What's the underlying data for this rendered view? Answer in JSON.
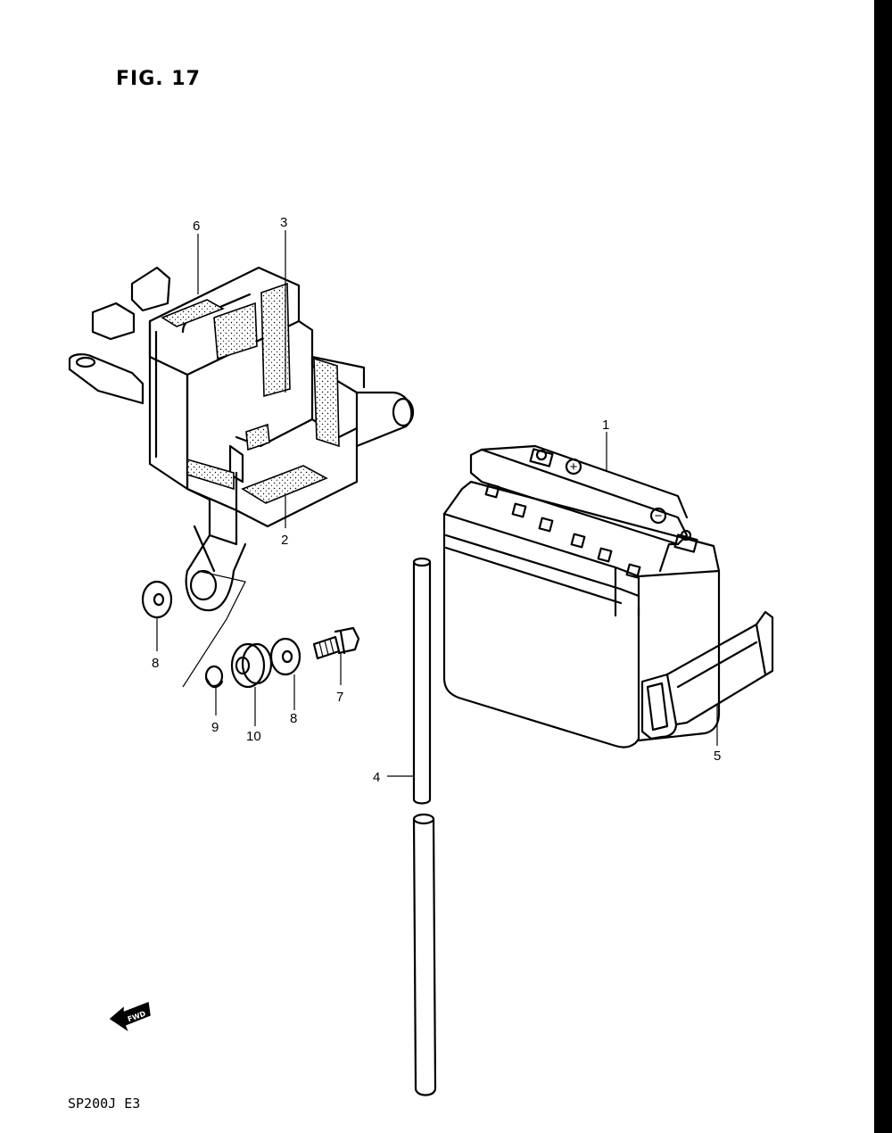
{
  "figure": {
    "title": "FIG. 17",
    "model_code": "SP200J E3",
    "fwd_badge": "FWD"
  },
  "callouts": {
    "c1": "1",
    "c2": "2",
    "c3": "3",
    "c4": "4",
    "c5": "5",
    "c6": "6",
    "c7": "7",
    "c8a": "8",
    "c8b": "8",
    "c9": "9",
    "c10": "10"
  },
  "battery": {
    "plus_symbol": "+",
    "minus_symbol": "−"
  }
}
